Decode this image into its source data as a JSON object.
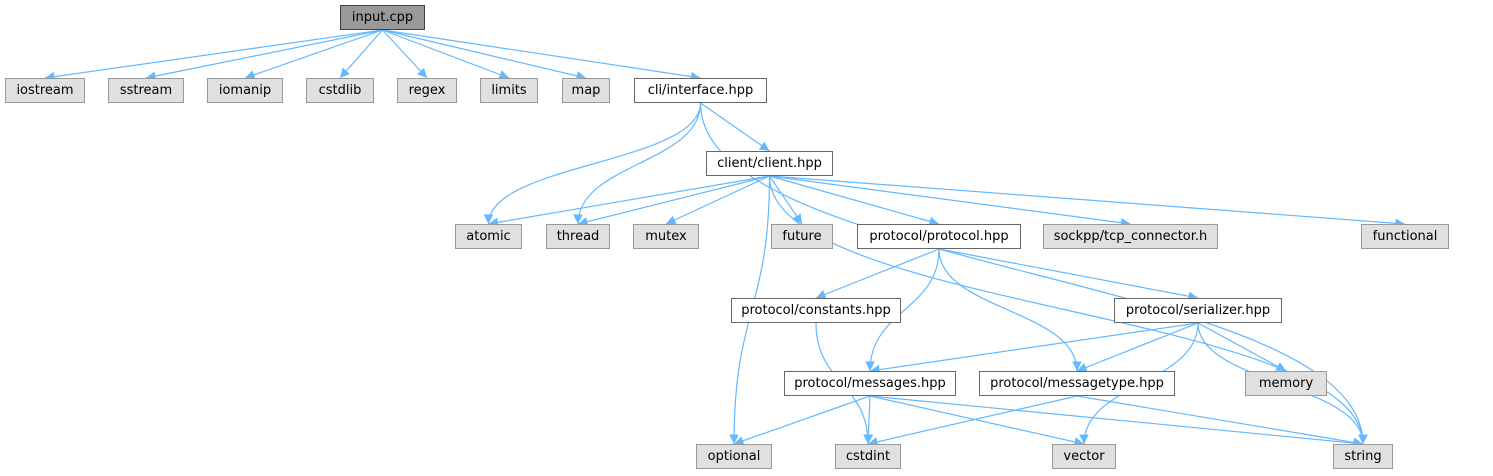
{
  "colors": {
    "edge": "#63b8ff",
    "root_fill": "#999999",
    "system_fill": "#e0e0e0",
    "local_fill": "#ffffff"
  },
  "nodes": [
    {
      "id": "input_cpp",
      "label": "input.cpp",
      "kind": "root"
    },
    {
      "id": "iostream",
      "label": "iostream",
      "kind": "system"
    },
    {
      "id": "sstream",
      "label": "sstream",
      "kind": "system"
    },
    {
      "id": "iomanip",
      "label": "iomanip",
      "kind": "system"
    },
    {
      "id": "cstdlib",
      "label": "cstdlib",
      "kind": "system"
    },
    {
      "id": "regex",
      "label": "regex",
      "kind": "system"
    },
    {
      "id": "limits",
      "label": "limits",
      "kind": "system"
    },
    {
      "id": "map",
      "label": "map",
      "kind": "system"
    },
    {
      "id": "cli_interface",
      "label": "cli/interface.hpp",
      "kind": "local"
    },
    {
      "id": "client_client",
      "label": "client/client.hpp",
      "kind": "local"
    },
    {
      "id": "atomic",
      "label": "atomic",
      "kind": "system"
    },
    {
      "id": "thread",
      "label": "thread",
      "kind": "system"
    },
    {
      "id": "mutex",
      "label": "mutex",
      "kind": "system"
    },
    {
      "id": "future",
      "label": "future",
      "kind": "system"
    },
    {
      "id": "protocol_protocol",
      "label": "protocol/protocol.hpp",
      "kind": "local"
    },
    {
      "id": "sockpp",
      "label": "sockpp/tcp_connector.h",
      "kind": "system"
    },
    {
      "id": "functional",
      "label": "functional",
      "kind": "system"
    },
    {
      "id": "protocol_constants",
      "label": "protocol/constants.hpp",
      "kind": "local"
    },
    {
      "id": "protocol_serializer",
      "label": "protocol/serializer.hpp",
      "kind": "local"
    },
    {
      "id": "protocol_messages",
      "label": "protocol/messages.hpp",
      "kind": "local"
    },
    {
      "id": "protocol_messagetype",
      "label": "protocol/messagetype.hpp",
      "kind": "local"
    },
    {
      "id": "memory",
      "label": "memory",
      "kind": "system"
    },
    {
      "id": "optional",
      "label": "optional",
      "kind": "system"
    },
    {
      "id": "cstdint",
      "label": "cstdint",
      "kind": "system"
    },
    {
      "id": "vector",
      "label": "vector",
      "kind": "system"
    },
    {
      "id": "string",
      "label": "string",
      "kind": "system"
    }
  ],
  "edges": [
    [
      "input_cpp",
      "iostream"
    ],
    [
      "input_cpp",
      "sstream"
    ],
    [
      "input_cpp",
      "iomanip"
    ],
    [
      "input_cpp",
      "cstdlib"
    ],
    [
      "input_cpp",
      "regex"
    ],
    [
      "input_cpp",
      "limits"
    ],
    [
      "input_cpp",
      "map"
    ],
    [
      "input_cpp",
      "cli_interface"
    ],
    [
      "cli_interface",
      "client_client"
    ],
    [
      "cli_interface",
      "atomic"
    ],
    [
      "cli_interface",
      "thread"
    ],
    [
      "cli_interface",
      "string"
    ],
    [
      "client_client",
      "atomic"
    ],
    [
      "client_client",
      "thread"
    ],
    [
      "client_client",
      "mutex"
    ],
    [
      "client_client",
      "future"
    ],
    [
      "client_client",
      "protocol_protocol"
    ],
    [
      "client_client",
      "sockpp"
    ],
    [
      "client_client",
      "functional"
    ],
    [
      "client_client",
      "optional"
    ],
    [
      "client_client",
      "string"
    ],
    [
      "protocol_protocol",
      "protocol_constants"
    ],
    [
      "protocol_protocol",
      "protocol_serializer"
    ],
    [
      "protocol_protocol",
      "protocol_messages"
    ],
    [
      "protocol_protocol",
      "protocol_messagetype"
    ],
    [
      "protocol_constants",
      "cstdint"
    ],
    [
      "protocol_serializer",
      "protocol_messages"
    ],
    [
      "protocol_serializer",
      "protocol_messagetype"
    ],
    [
      "protocol_serializer",
      "memory"
    ],
    [
      "protocol_serializer",
      "vector"
    ],
    [
      "protocol_serializer",
      "string"
    ],
    [
      "protocol_messages",
      "optional"
    ],
    [
      "protocol_messages",
      "cstdint"
    ],
    [
      "protocol_messages",
      "vector"
    ],
    [
      "protocol_messages",
      "string"
    ],
    [
      "protocol_messagetype",
      "cstdint"
    ],
    [
      "protocol_messagetype",
      "string"
    ]
  ]
}
